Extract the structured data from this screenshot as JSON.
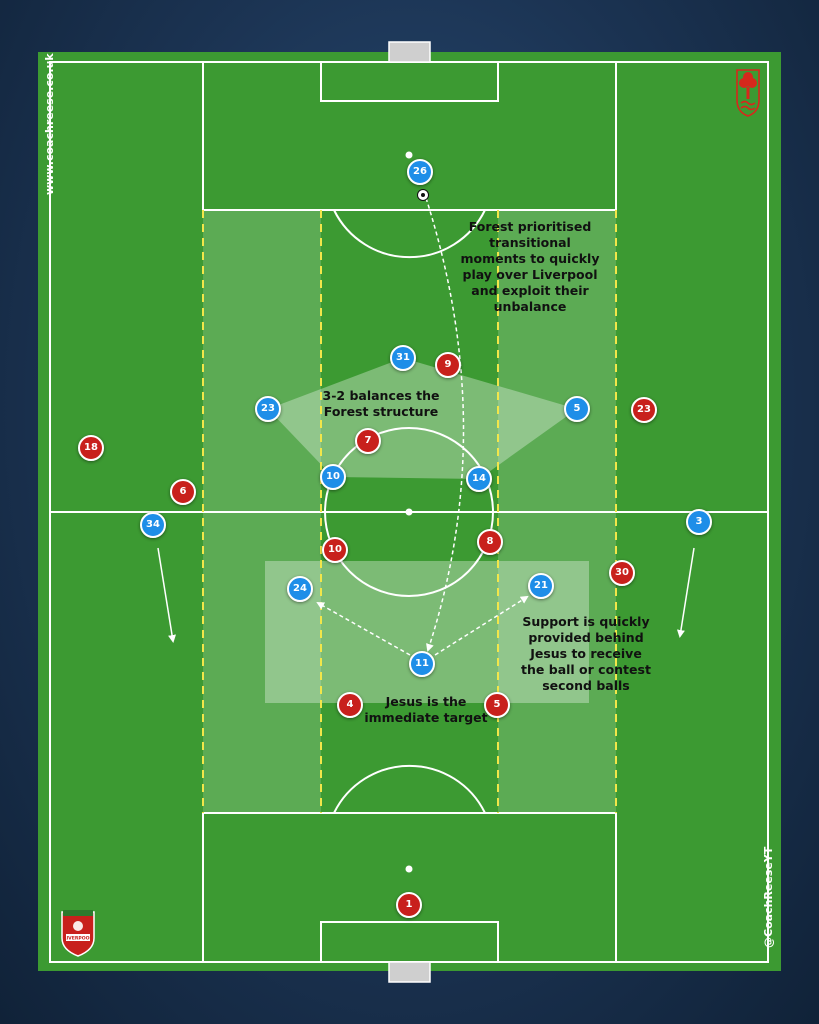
{
  "website": "www.coachreese.co.uk",
  "handle": "@CoachReeseYT",
  "crest_text": "LIVERPOOL",
  "colors": {
    "pitch": "#3c9a32",
    "liverpool": "#1e8ee8",
    "forest": "#c8201c",
    "zone_line": "#f2e64a"
  },
  "annotations": {
    "forest_transition": "Forest prioritised transitional moments to quickly play over Liverpool and exploit their unbalance",
    "balance": "3-2 balances the Forest structure",
    "jesus": "Jesus is the immediate target",
    "support": "Support is quickly provided behind Jesus to receive the ball or contest second balls"
  },
  "liverpool_players": [
    {
      "number": "26"
    },
    {
      "number": "31"
    },
    {
      "number": "23"
    },
    {
      "number": "5"
    },
    {
      "number": "10"
    },
    {
      "number": "14"
    },
    {
      "number": "34"
    },
    {
      "number": "3"
    },
    {
      "number": "24"
    },
    {
      "number": "21"
    },
    {
      "number": "11"
    }
  ],
  "forest_players": [
    {
      "number": "9"
    },
    {
      "number": "23"
    },
    {
      "number": "18"
    },
    {
      "number": "7"
    },
    {
      "number": "6"
    },
    {
      "number": "10"
    },
    {
      "number": "8"
    },
    {
      "number": "30"
    },
    {
      "number": "4"
    },
    {
      "number": "5"
    },
    {
      "number": "1"
    }
  ]
}
